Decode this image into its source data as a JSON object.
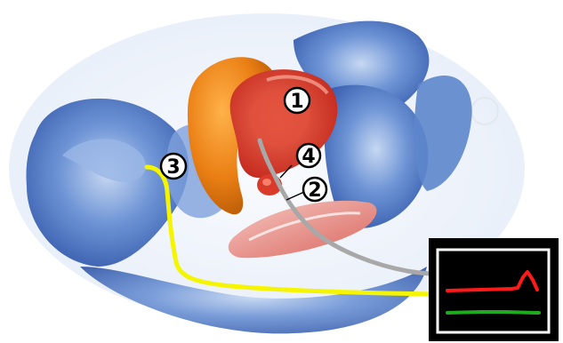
{
  "labels": [
    {
      "id": "1",
      "text": "1"
    },
    {
      "id": "2",
      "text": "2"
    },
    {
      "id": "3",
      "text": "3"
    },
    {
      "id": "4",
      "text": "4"
    }
  ],
  "colors": {
    "background": "#ffffff",
    "tissue_blue": "#4f7ac4",
    "tissue_blue_light": "#a9c2e8",
    "organ_orange": "#e8821e",
    "organ_red": "#d9392a",
    "floor_pink": "#e79a95",
    "wire_yellow": "#f5f500",
    "wire_gray": "#a8a8a8",
    "monitor_frame": "#000000",
    "monitor_border": "#ffffff",
    "trace_red": "#ff1a1a",
    "trace_green": "#1faa1f"
  },
  "icons": {
    "monitor": "monitor-icon",
    "yellow_probe": "yellow-probe-wire",
    "gray_catheter": "gray-catheter-wire"
  }
}
